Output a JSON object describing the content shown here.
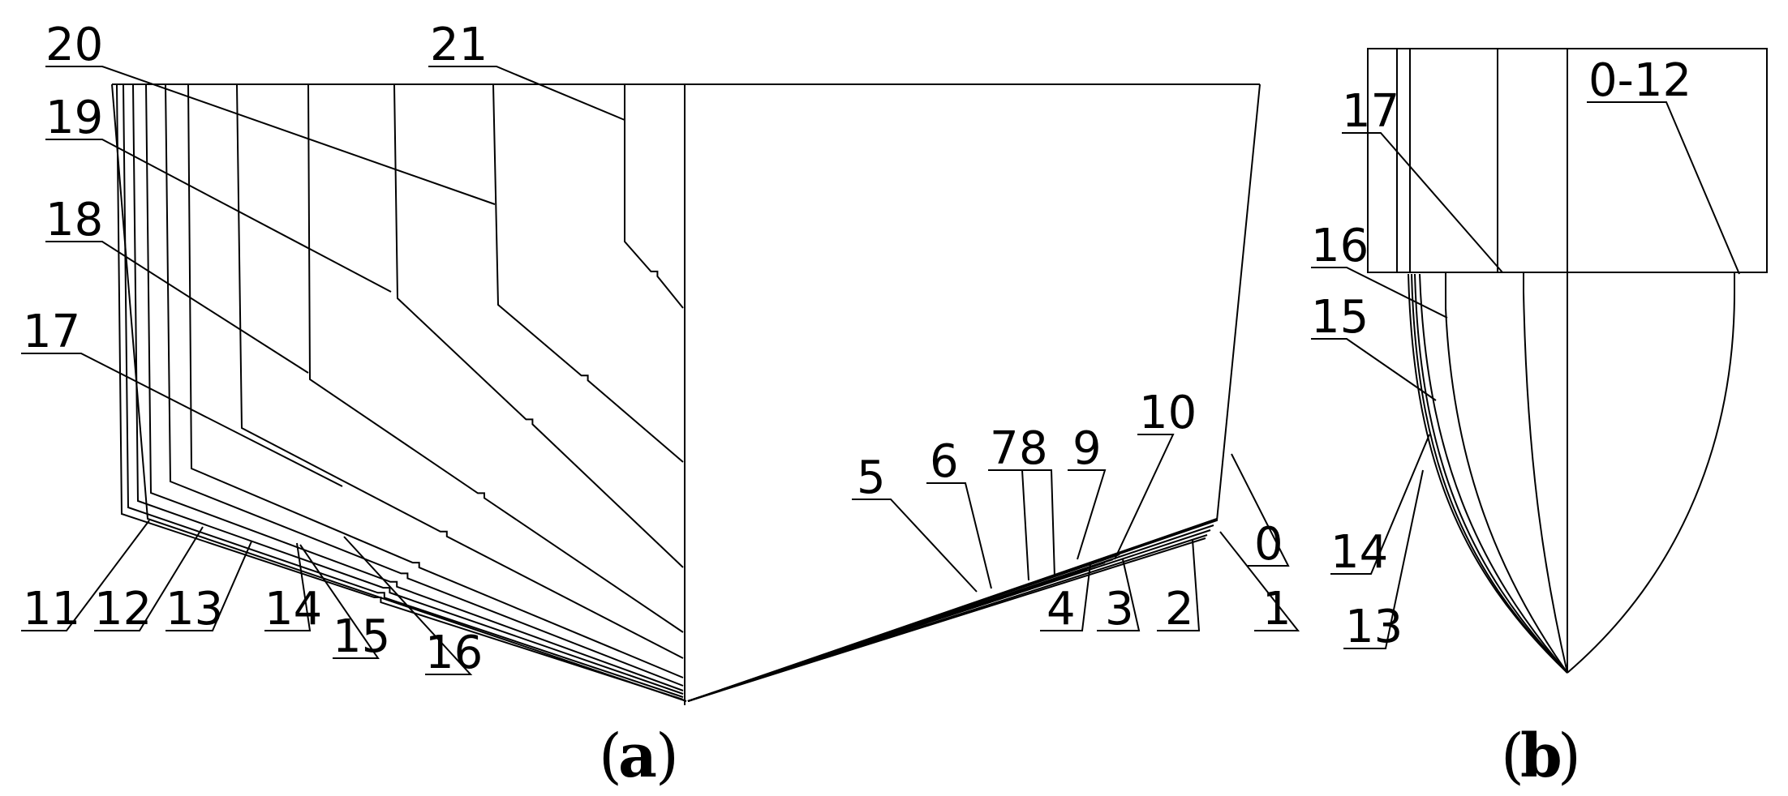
{
  "panel_a": {
    "caption_letter": "a",
    "labels": [
      "0",
      "1",
      "2",
      "3",
      "4",
      "5",
      "6",
      "7",
      "8",
      "9",
      "10",
      "11",
      "12",
      "13",
      "14",
      "15",
      "16",
      "17",
      "18",
      "19",
      "20",
      "21"
    ]
  },
  "panel_b": {
    "caption_letter": "b",
    "labels": [
      "0-12",
      "13",
      "14",
      "15",
      "16",
      "17"
    ]
  }
}
